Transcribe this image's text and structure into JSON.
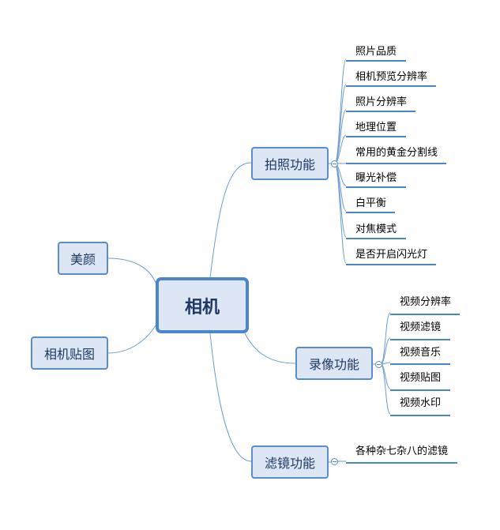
{
  "central": "相机",
  "left_topics": [
    "美颜",
    "相机贴图"
  ],
  "branches": {
    "photo": {
      "label": "拍照功能",
      "items": [
        "照片品质",
        "相机预览分辨率",
        "照片分辨率",
        "地理位置",
        "常用的黄金分割线",
        "曝光补偿",
        "白平衡",
        "对焦模式",
        "是否开启闪光灯"
      ]
    },
    "video": {
      "label": "录像功能",
      "items": [
        "视频分辨率",
        "视频滤镜",
        "视频音乐",
        "视频贴图",
        "视频水印"
      ]
    },
    "filter": {
      "label": "滤镜功能",
      "items": [
        "各种杂七杂八的滤镜"
      ]
    }
  }
}
